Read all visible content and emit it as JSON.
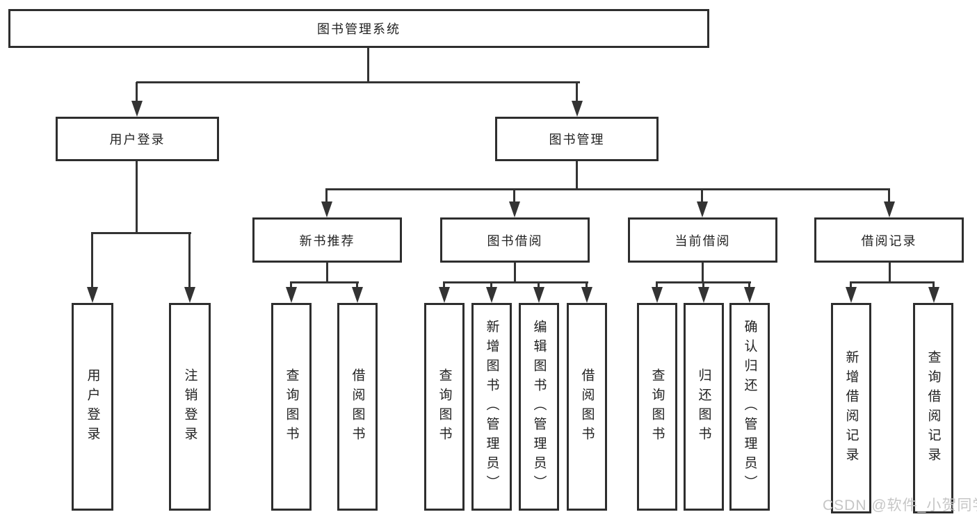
{
  "diagram": {
    "root": {
      "label": "图书管理系统"
    },
    "level2": {
      "user_login": {
        "label": "用户登录"
      },
      "book_mgmt": {
        "label": "图书管理"
      }
    },
    "level3": {
      "new_books": {
        "label": "新书推荐"
      },
      "book_borrow": {
        "label": "图书借阅"
      },
      "current_borrow": {
        "label": "当前借阅"
      },
      "borrow_records": {
        "label": "借阅记录"
      }
    },
    "leaves": {
      "user": [
        "用户登录",
        "注销登录"
      ],
      "new_books": [
        "查询图书",
        "借阅图书"
      ],
      "book_borrow": [
        "查询图书",
        "新增图书（管理员）",
        "编辑图书（管理员）",
        "借阅图书"
      ],
      "current_borrow": [
        "查询图书",
        "归还图书",
        "确认归还（管理员）"
      ],
      "borrow_records": [
        "新增借阅记录",
        "查询借阅记录"
      ]
    },
    "colors": {
      "line": "#333333",
      "border": "#2e2e2e",
      "text": "#222222",
      "watermark": "#c6c6c6"
    },
    "watermark": "CSDN @软件_小贺同学"
  }
}
